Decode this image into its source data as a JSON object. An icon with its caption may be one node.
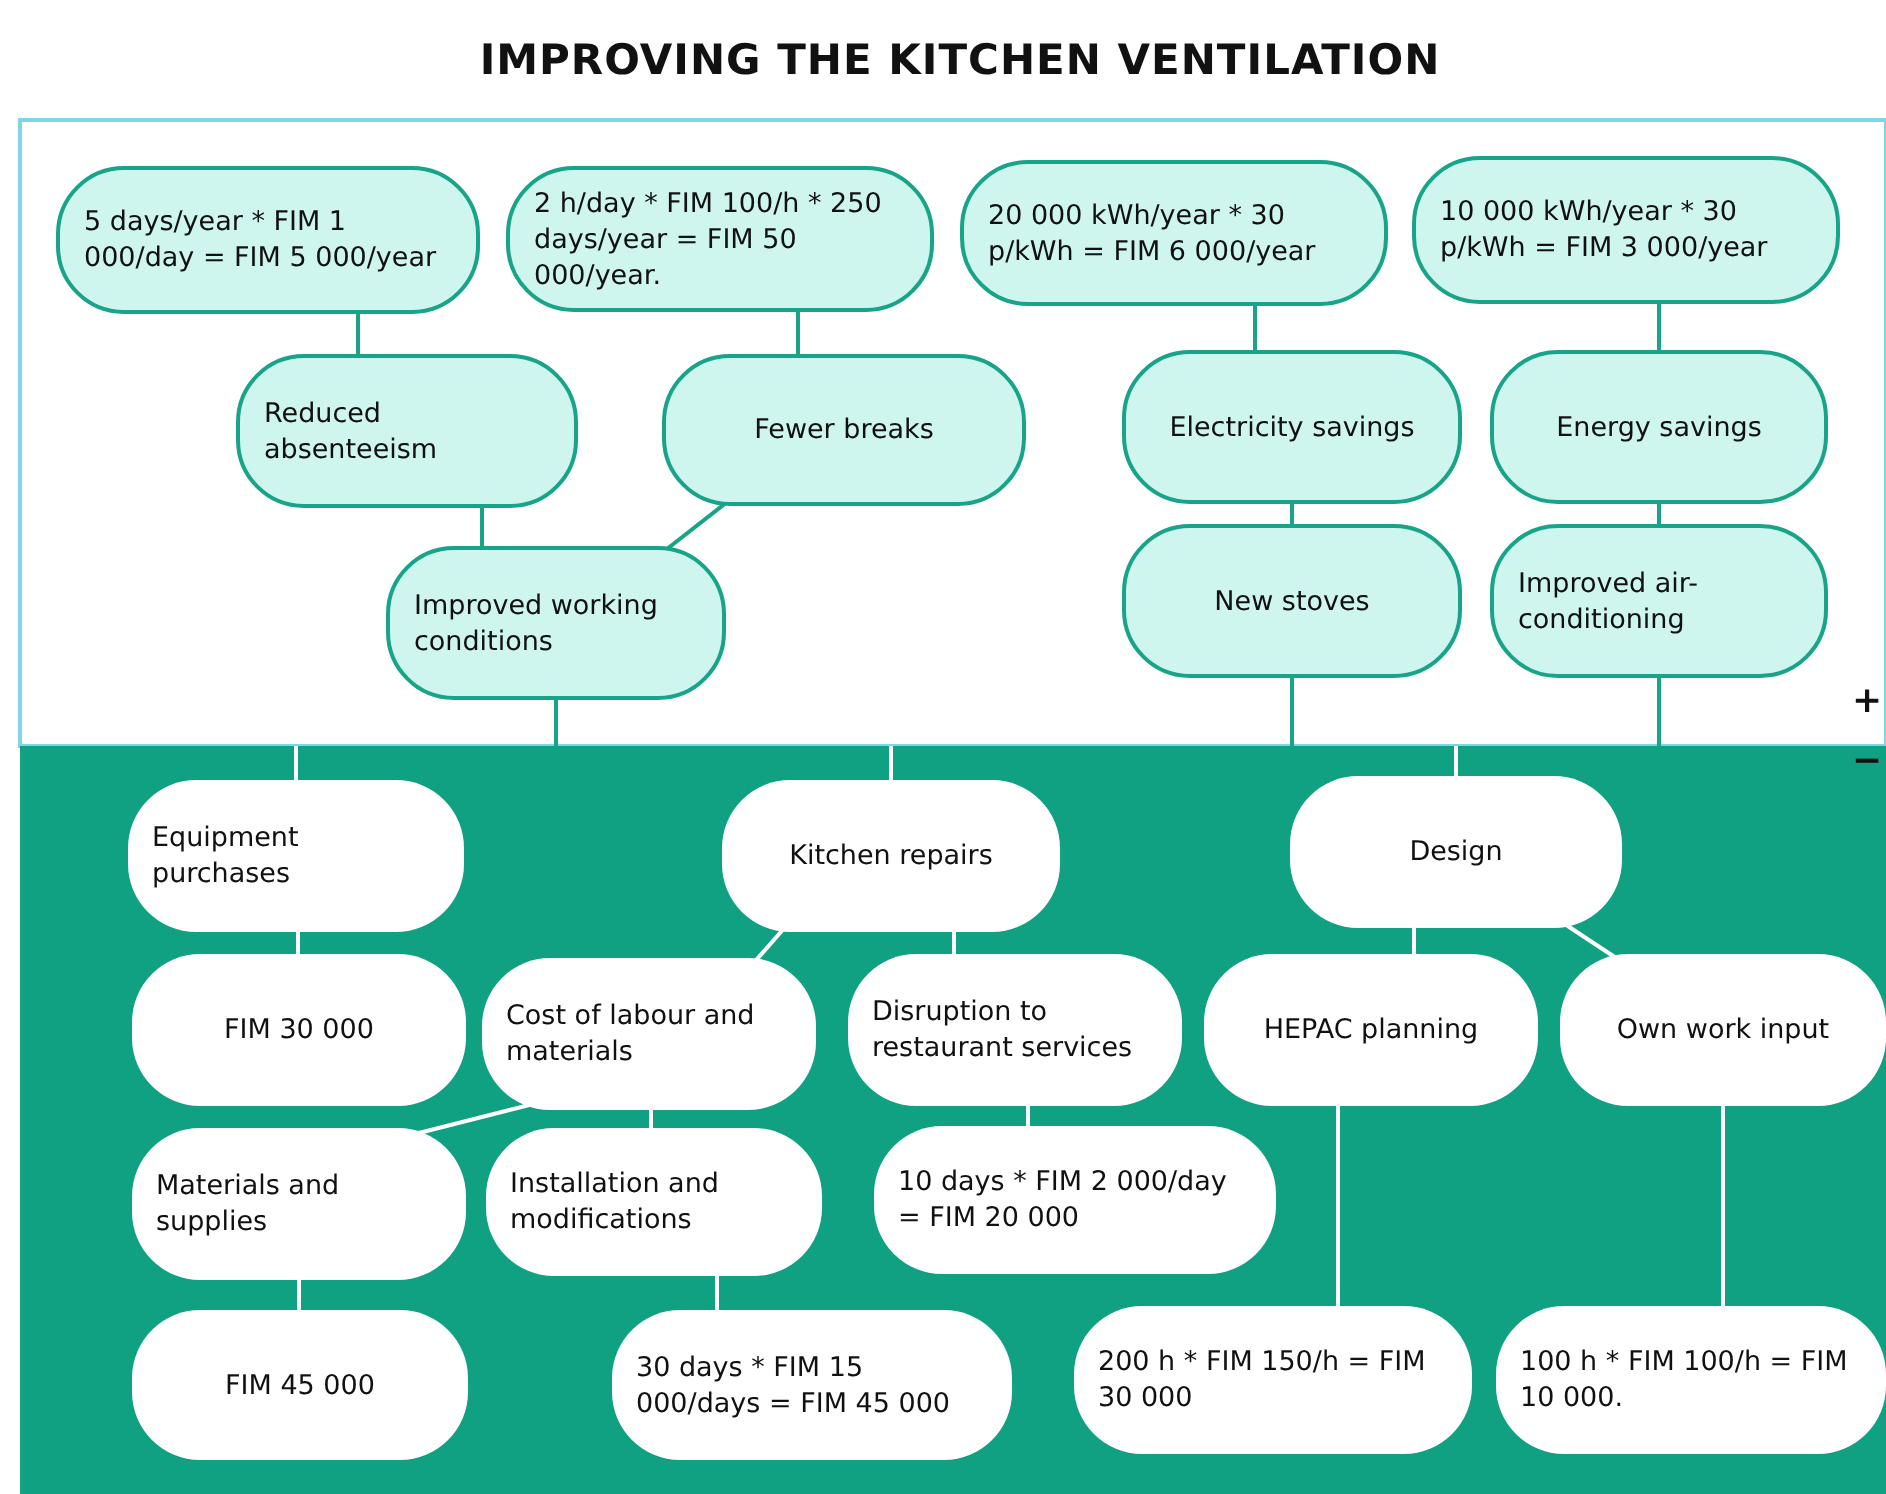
{
  "diagram": {
    "title": "IMPROVING THE KITCHEN VENTILATION",
    "nodes": [
      {
        "text": [
          "5 days/year * FIM 1 000/day = FIM 5 000/year"
        ]
      },
      {
        "text": [
          "2 h/day * FIM 100/h * 250 days/year = FIM 50 000/year."
        ]
      },
      {
        "text": [
          "20 000 kWh/year * 30 p/kWh = FIM 6 000/year"
        ]
      },
      {
        "text": [
          "10 000 kWh/year * 30 p/kWh = FIM 3 000/year"
        ]
      },
      {
        "text": [
          "Reduced absenteeism"
        ]
      },
      {
        "text": [
          "Fewer breaks"
        ]
      },
      {
        "text": [
          "Electricity savings"
        ]
      },
      {
        "text": [
          "Energy savings"
        ]
      },
      {
        "text": [
          "Improved working conditions"
        ]
      },
      {
        "text": [
          "New stoves"
        ]
      },
      {
        "text": [
          "Improved air-conditioning"
        ]
      },
      {
        "text": [
          "Equipment purchases"
        ]
      },
      {
        "text": [
          "Kitchen repairs"
        ]
      },
      {
        "text": [
          "Design"
        ]
      },
      {
        "text": [
          "FIM 30 000"
        ]
      },
      {
        "text": [
          "Cost of labour and materials"
        ]
      },
      {
        "text": [
          "Disruption to restaurant services"
        ]
      },
      {
        "text": [
          "HEPAC planning"
        ]
      },
      {
        "text": [
          "Own work input"
        ]
      },
      {
        "text": [
          "Materials and supplies"
        ]
      },
      {
        "text": [
          "Installation and modifications"
        ]
      },
      {
        "text": [
          "10 days * FIM 2 000/day = FIM 20 000"
        ]
      },
      {
        "text": [
          "FIM 45 000"
        ]
      },
      {
        "text": [
          "30 days * FIM 15  000/days = FIM 45 000"
        ]
      },
      {
        "text": [
          "200 h * FIM 150/h = FIM 30 000"
        ]
      },
      {
        "text": [
          "100 h * FIM 100/h = FIM 10 000."
        ]
      }
    ],
    "edges": [
      {
        "from": 0,
        "to": 4,
        "arrow": "none",
        "color": "#17a489"
      },
      {
        "from": 1,
        "to": 5,
        "arrow": "none",
        "color": "#17a489"
      },
      {
        "from": 4,
        "to": 8,
        "arrow": "none",
        "color": "#17a489"
      },
      {
        "from": 5,
        "to": 8,
        "arrow": "none",
        "color": "#17a489"
      },
      {
        "from": 2,
        "to": 6,
        "arrow": "none",
        "color": "#17a489"
      },
      {
        "from": 6,
        "to": 9,
        "arrow": "none",
        "color": "#17a489"
      },
      {
        "from": 3,
        "to": 7,
        "arrow": "none",
        "color": "#17a489"
      },
      {
        "from": 7,
        "to": 10,
        "arrow": "none",
        "color": "#17a489"
      },
      {
        "from": 8,
        "to": null,
        "arrow": "none",
        "color": "#17a489"
      },
      {
        "from": 9,
        "to": null,
        "arrow": "none",
        "color": "#17a489"
      },
      {
        "from": 10,
        "to": null,
        "arrow": "none",
        "color": "#17a489"
      },
      {
        "from": null,
        "to": 11,
        "arrow": "none"
      },
      {
        "from": null,
        "to": 12,
        "arrow": "none"
      },
      {
        "from": null,
        "to": 13,
        "arrow": "none"
      },
      {
        "from": 11,
        "to": 14,
        "arrow": "none"
      },
      {
        "from": 12,
        "to": 15,
        "arrow": "none"
      },
      {
        "from": 12,
        "to": 16,
        "arrow": "none"
      },
      {
        "from": 13,
        "to": 17,
        "arrow": "none"
      },
      {
        "from": 13,
        "to": 18,
        "arrow": "none"
      },
      {
        "from": 15,
        "to": 19,
        "arrow": "none"
      },
      {
        "from": 15,
        "to": 20,
        "arrow": "none"
      },
      {
        "from": 16,
        "to": 21,
        "arrow": "none"
      },
      {
        "from": 19,
        "to": 22,
        "arrow": "none"
      },
      {
        "from": 20,
        "to": 23,
        "arrow": "none"
      },
      {
        "from": 17,
        "to": 24,
        "arrow": "none"
      },
      {
        "from": 18,
        "to": 25,
        "arrow": "none"
      }
    ],
    "labels": [
      "+",
      "−"
    ]
  }
}
